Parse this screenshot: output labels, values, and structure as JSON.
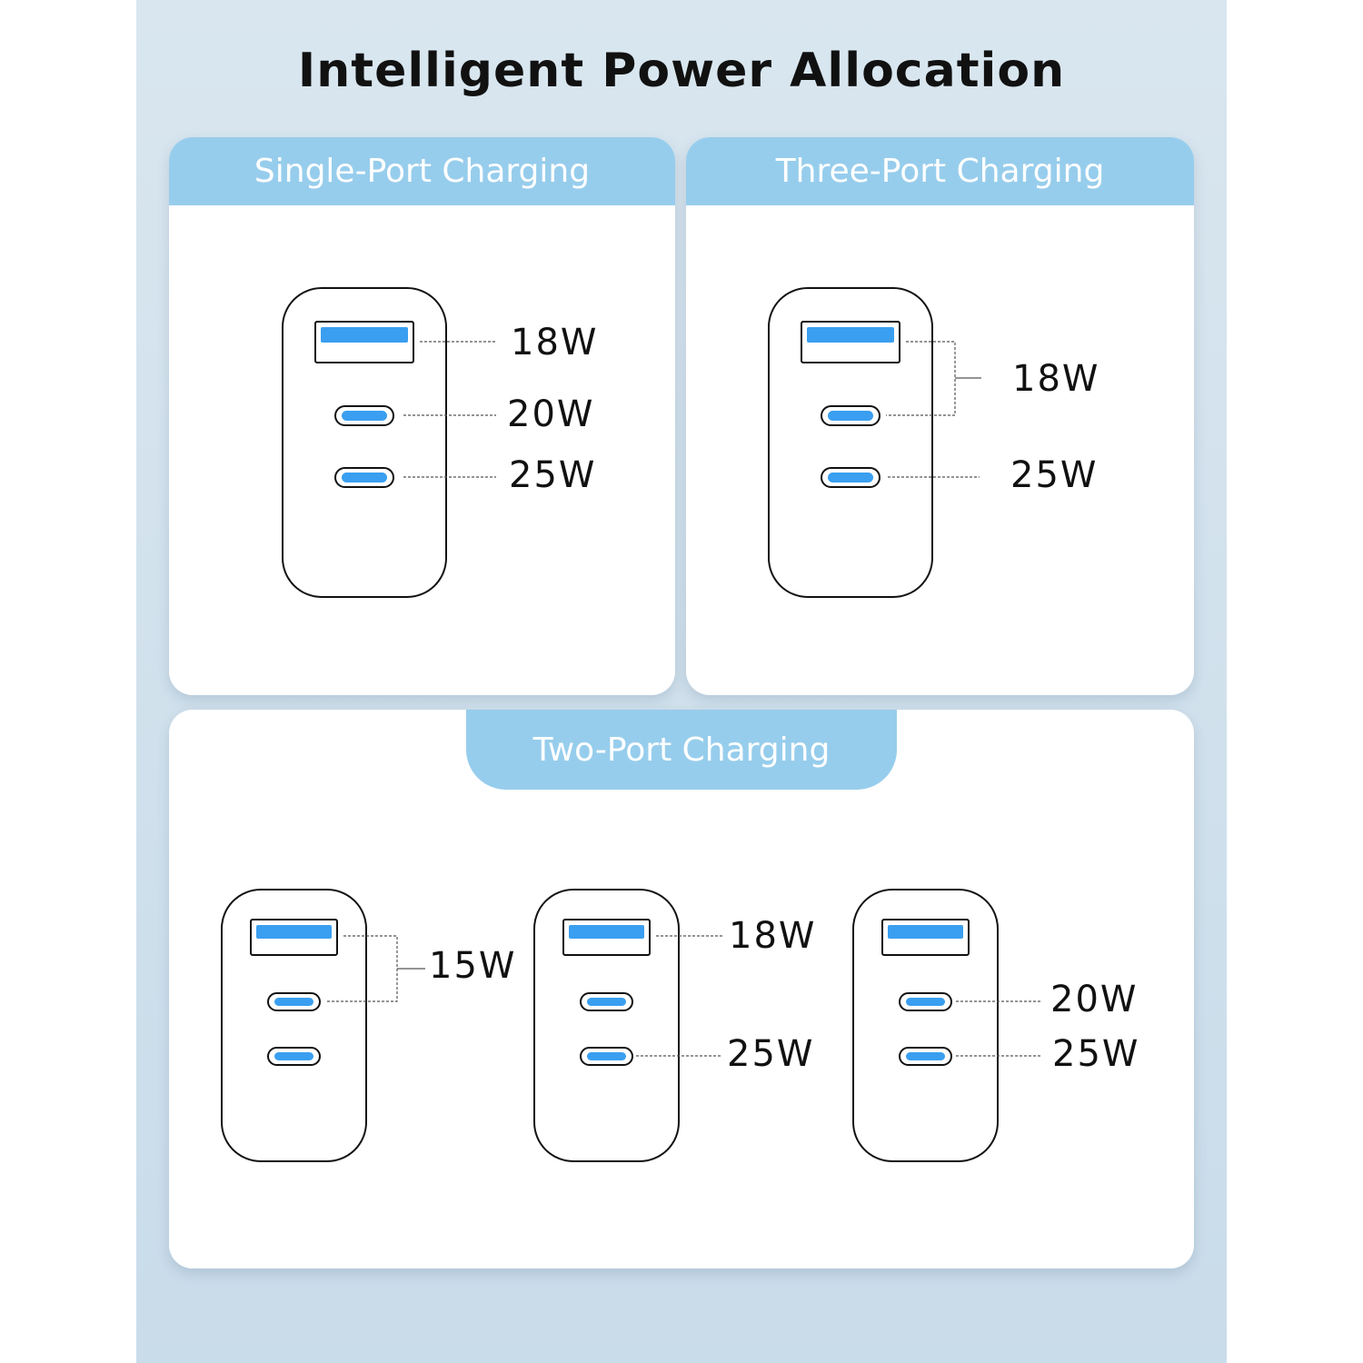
{
  "title": "Intelligent Power Allocation",
  "colors": {
    "header": "#97cdec",
    "port": "#3a9ff0",
    "background": "#d9e6ef"
  },
  "single_port": {
    "header": "Single-Port Charging",
    "labels": [
      "18W",
      "20W",
      "25W"
    ]
  },
  "three_port": {
    "header": "Three-Port Charging",
    "labels": [
      "18W",
      "25W"
    ]
  },
  "two_port": {
    "header": "Two-Port Charging",
    "configs": [
      {
        "labels": [
          "15W"
        ]
      },
      {
        "labels": [
          "18W",
          "25W"
        ]
      },
      {
        "labels": [
          "20W",
          "25W"
        ]
      }
    ]
  }
}
